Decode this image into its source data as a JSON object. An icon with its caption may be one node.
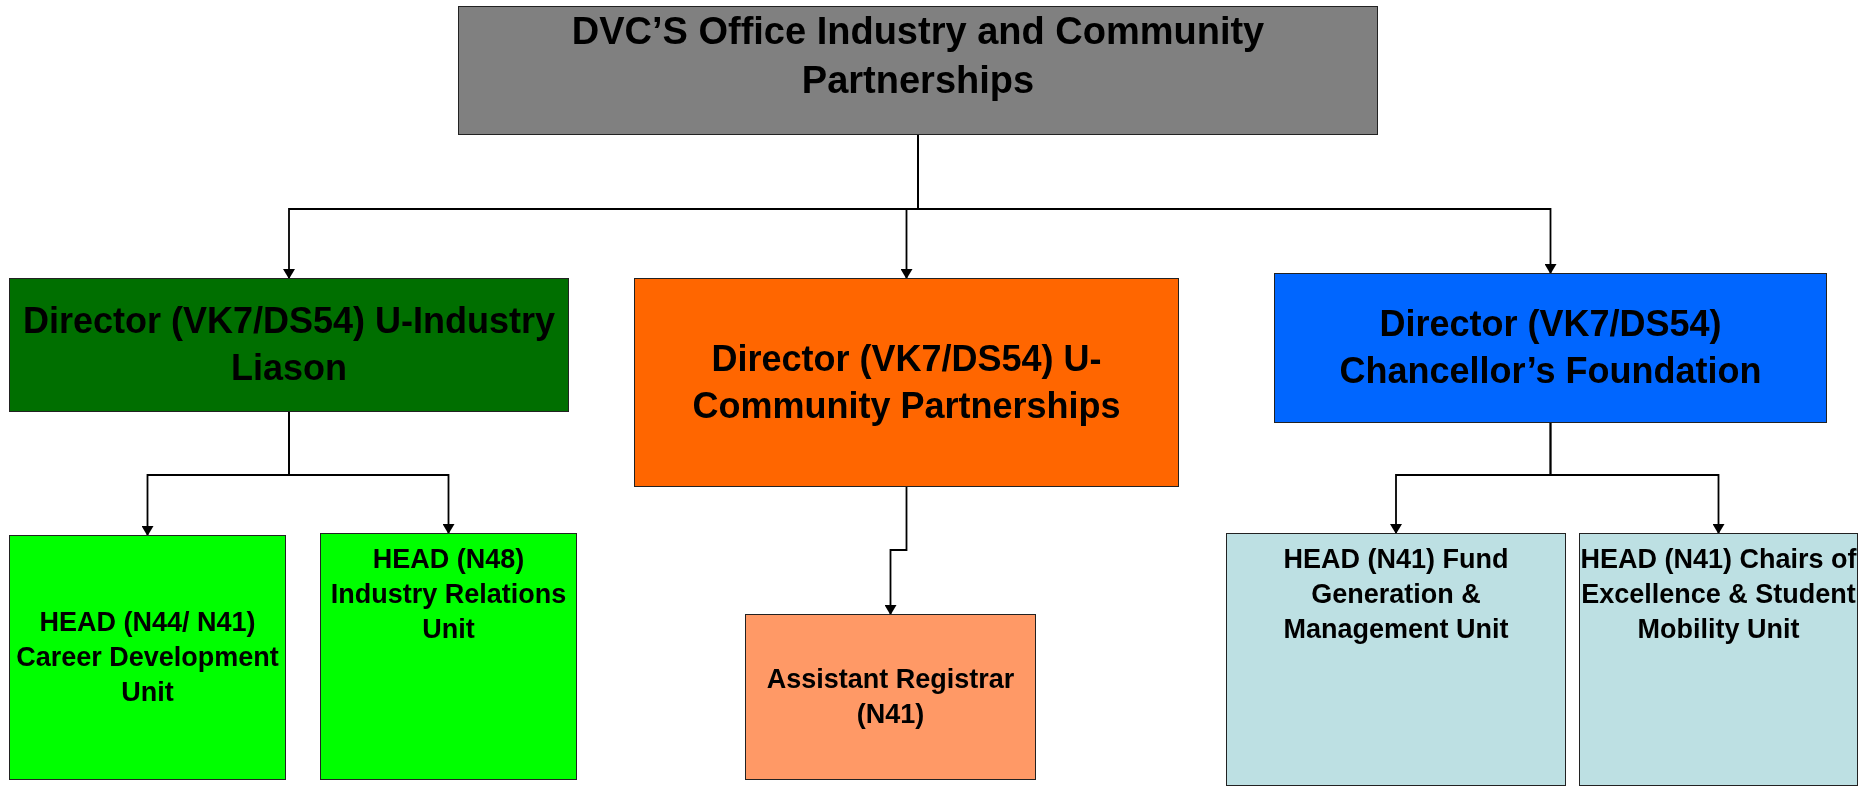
{
  "diagram": {
    "nodes": [
      {
        "text": [
          "DVC’S Office Industry and Community Partnerships"
        ]
      },
      {
        "text": [
          "Director  (VK7/DS54) U-Industry Liason"
        ]
      },
      {
        "text": [
          "Director (VK7/DS54) U-Community Partnerships"
        ]
      },
      {
        "text": [
          "Director (VK7/DS54) Chancellor’s Foundation"
        ]
      },
      {
        "text": [
          "HEAD (N44/ N41) Career Development Unit"
        ]
      },
      {
        "text": [
          "HEAD (N48) Industry Relations Unit"
        ]
      },
      {
        "text": [
          "Assistant Registrar (N41)"
        ]
      },
      {
        "text": [
          "HEAD (N41) Fund Generation & Management Unit"
        ]
      },
      {
        "text": [
          "HEAD  (N41) Chairs of Excellence & Student Mobility Unit"
        ]
      }
    ],
    "edges": [
      {
        "from": 0,
        "to": 1,
        "arrow": "to"
      },
      {
        "from": 0,
        "to": 2,
        "arrow": "to"
      },
      {
        "from": 0,
        "to": 3,
        "arrow": "to"
      },
      {
        "from": 1,
        "to": 4,
        "arrow": "to"
      },
      {
        "from": 1,
        "to": 5,
        "arrow": "to"
      },
      {
        "from": 2,
        "to": 6,
        "arrow": "to"
      },
      {
        "from": 3,
        "to": 7,
        "arrow": "to"
      },
      {
        "from": 3,
        "to": 8,
        "arrow": "to"
      }
    ]
  }
}
